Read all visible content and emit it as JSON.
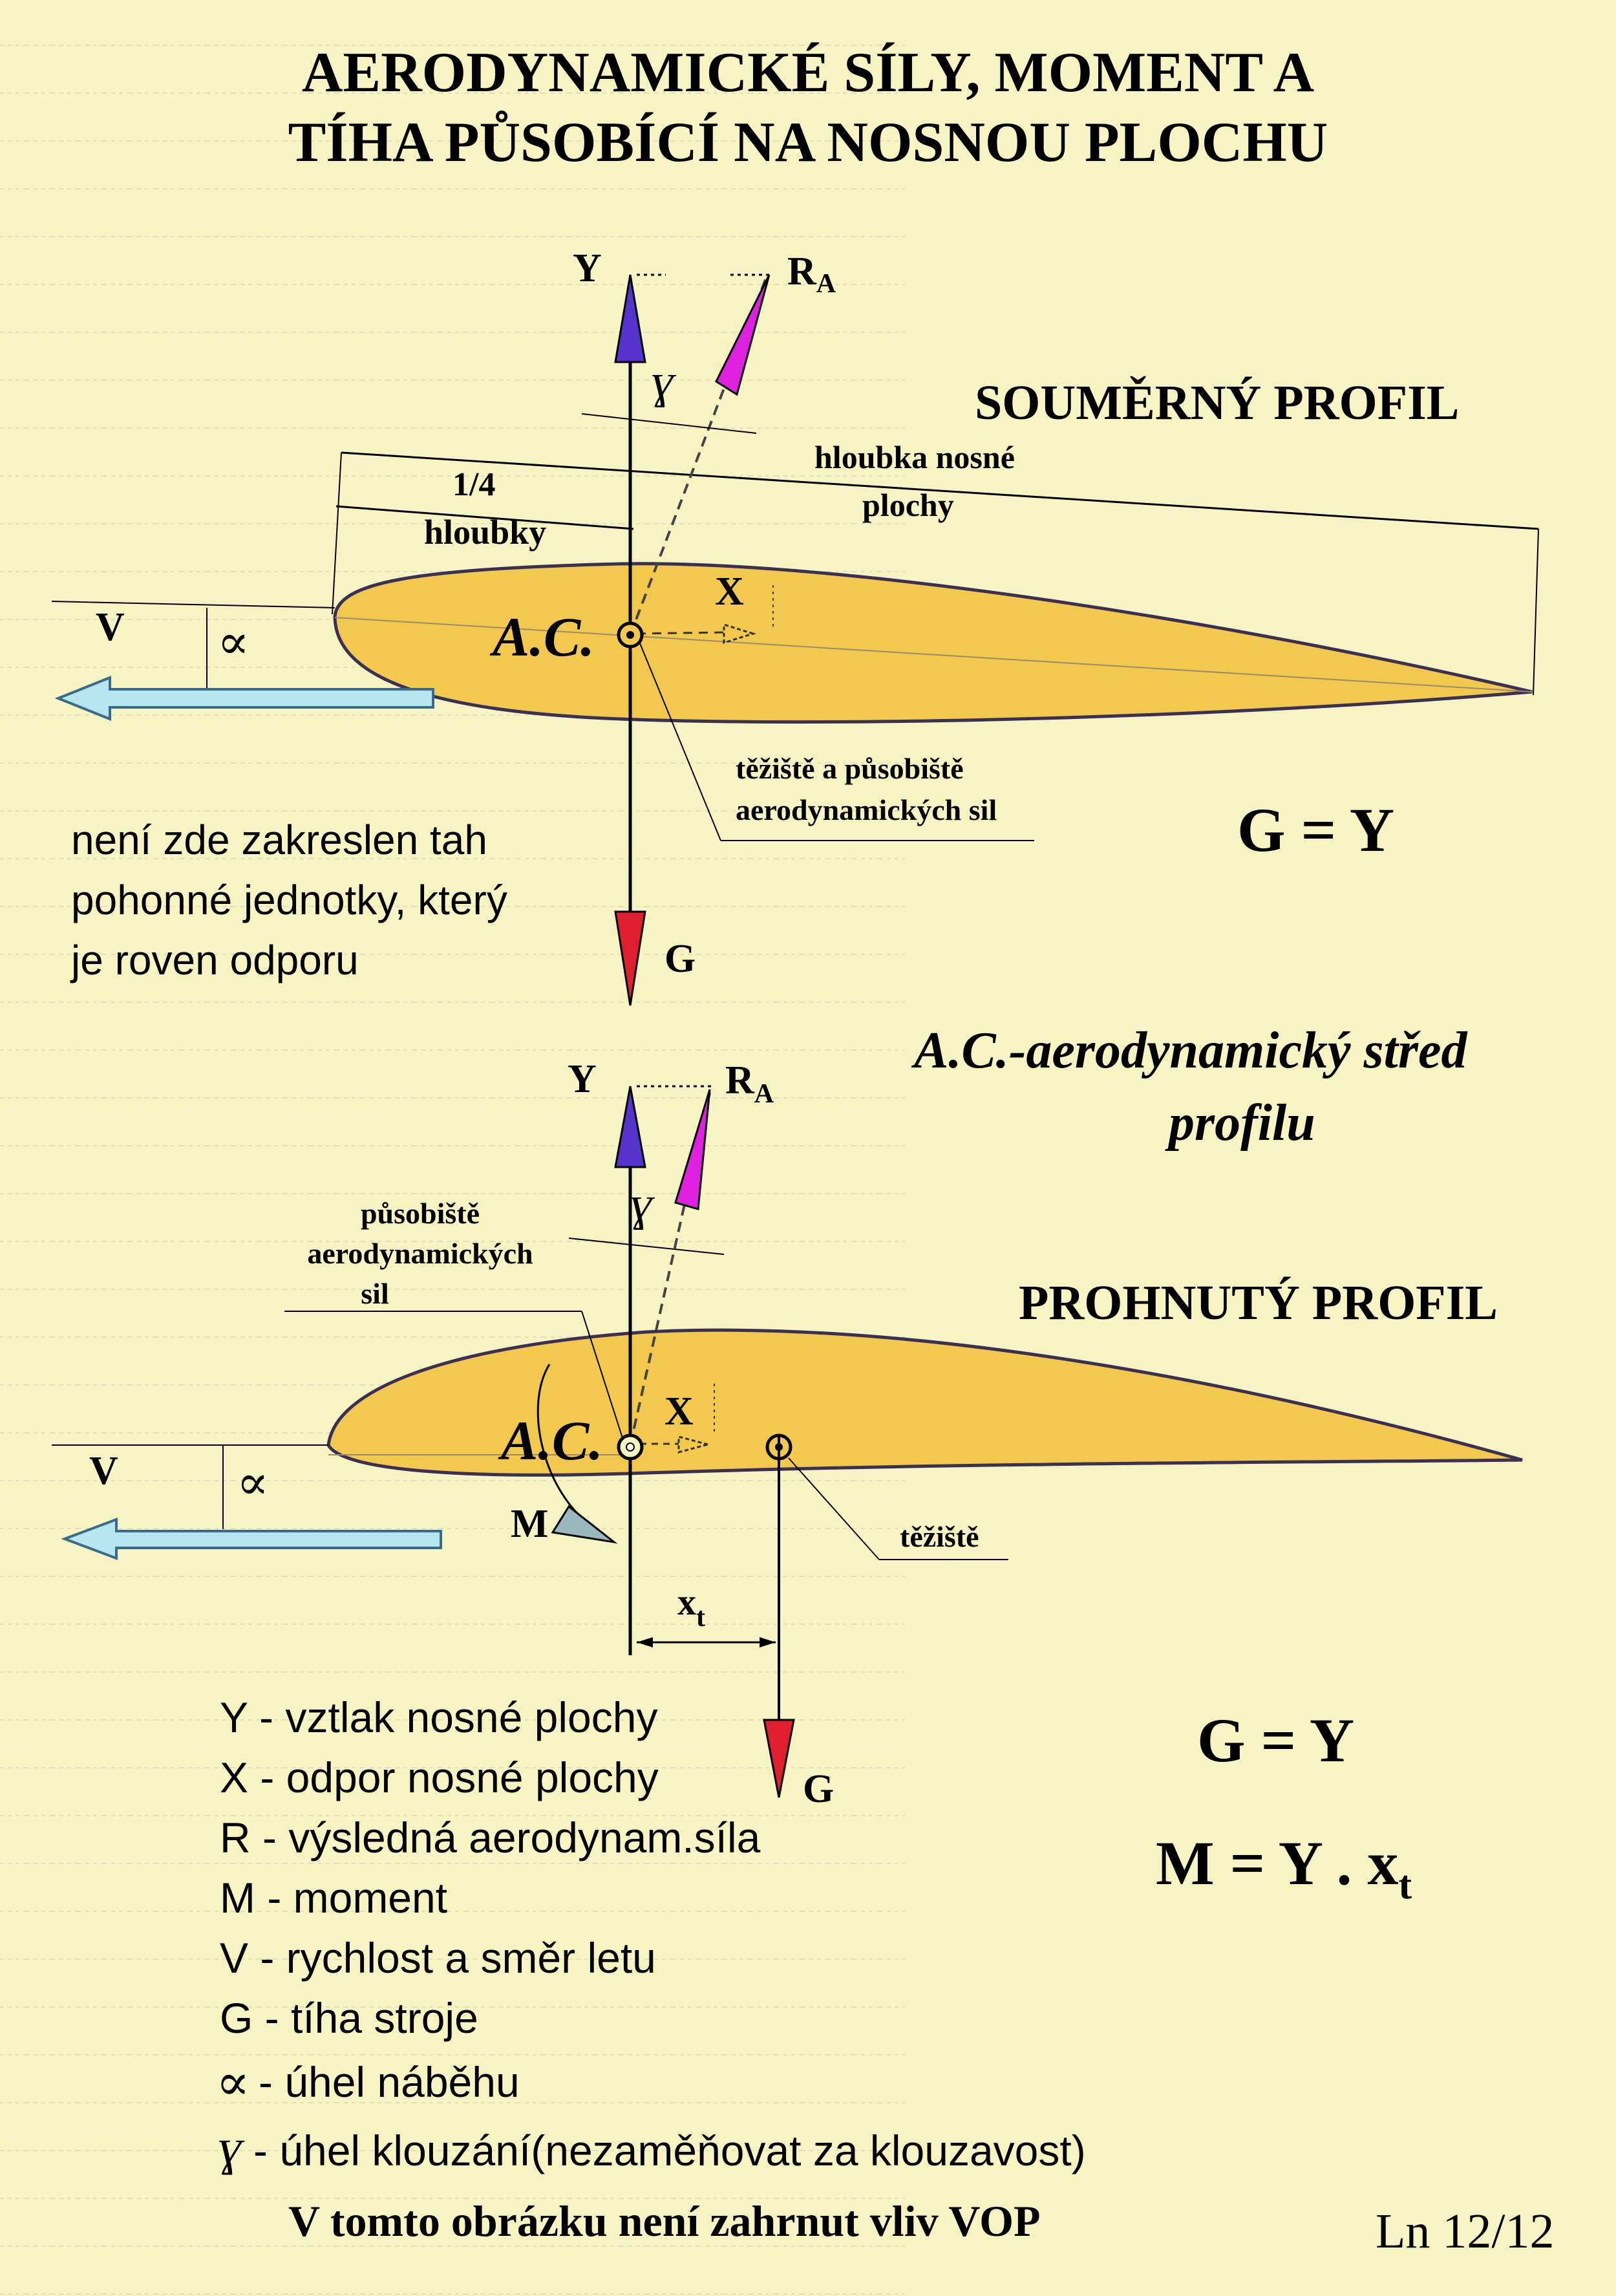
{
  "title": {
    "line1": "AERODYNAMICKÉ SÍLY, MOMENT A",
    "line2": "TÍHA PŮSOBÍCÍ NA NOSNOU PLOCHU"
  },
  "top_diagram": {
    "profile_name": "SOUMĚRNÝ  PROFIL",
    "label_Y": "Y",
    "label_RA": "R",
    "label_RA_sub": "A",
    "label_X": "X",
    "label_G": "G",
    "label_V": "V",
    "label_alpha": "∝",
    "label_gamma": "ɣ",
    "label_AC": "A.C.",
    "quarter_chord": "1/4",
    "quarter_chord_2": "hloubky",
    "chord_line1": "hloubka  nosné",
    "chord_line2": "plochy",
    "cg_note_line1": "těžiště a působiště",
    "cg_note_line2": "aerodynamických sil",
    "equation": "G = Y"
  },
  "thrust_note": [
    "není zde zakreslen tah",
    "pohonné jednotky, který",
    "je roven odporu"
  ],
  "ac_definition": [
    "A.C.-aerodynamický střed",
    "profilu"
  ],
  "bottom_diagram": {
    "profile_name": "PROHNUTÝ PROFIL",
    "label_Y": "Y",
    "label_RA": "R",
    "label_RA_sub": "A",
    "label_X": "X",
    "label_G": "G",
    "label_V": "V",
    "label_M": "M",
    "label_alpha": "∝",
    "label_gamma": "ɣ",
    "label_AC": "A.C.",
    "label_xt": "x",
    "label_xt_sub": "t",
    "action_point": [
      "působiště",
      "aerodynamických",
      "sil"
    ],
    "cg_note": "těžiště",
    "equation1": "G = Y",
    "equation2_main": "M = Y . x",
    "equation2_sub": "t"
  },
  "legend": [
    "Y - vztlak nosné plochy",
    "X - odpor nosné plochy",
    "R - výsledná aerodynam.síla",
    "M - moment",
    "V - rychlost a směr letu",
    "G - tíha stroje",
    "- úhel náběhu",
    "- úhel klouzání(nezaměňovat za klouzavost)"
  ],
  "legend_symbols": {
    "alpha": "∝",
    "gamma": "ɣ"
  },
  "footer_note": "V tomto obrázku není zahrnut vliv VOP",
  "page_number": "Ln 12/12",
  "colors": {
    "background": "#f7f4c4",
    "airfoil": "#f2c94c",
    "lift_arrow": "#5533cc",
    "resultant_arrow": "#e020e0",
    "weight_arrow": "#e01e2e",
    "velocity_arrow": "#b8e6f0",
    "moment_arrow": "#9ab8bc"
  }
}
